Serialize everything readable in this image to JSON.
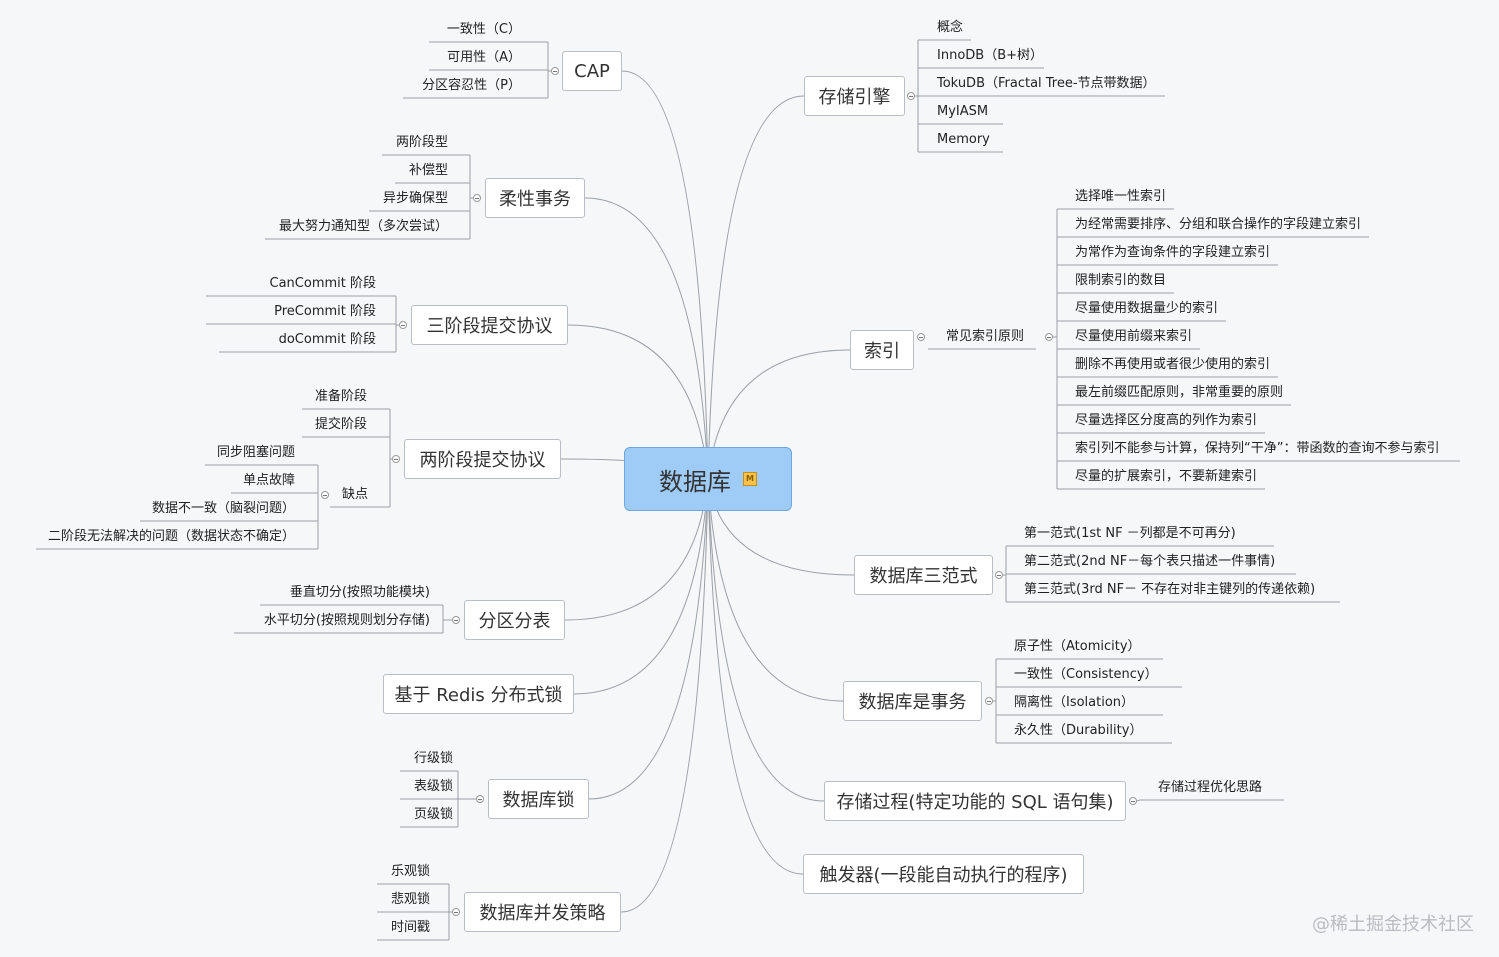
{
  "root": {
    "label": "数据库",
    "badge": "M"
  },
  "branches": {
    "cap": {
      "label": "CAP",
      "items": [
        "一致性（C）",
        "可用性（A）",
        "分区容忍性（P）"
      ]
    },
    "flex": {
      "label": "柔性事务",
      "items": [
        "两阶段型",
        "补偿型",
        "异步确保型",
        "最大努力通知型（多次尝试）"
      ]
    },
    "three_phase": {
      "label": "三阶段提交协议",
      "items": [
        "CanCommit 阶段",
        "PreCommit 阶段",
        "doCommit 阶段"
      ]
    },
    "two_phase": {
      "label": "两阶段提交协议",
      "items": [
        "准备阶段",
        "提交阶段"
      ],
      "sub_label": "缺点",
      "sub_items": [
        "同步阻塞问题",
        "单点故障",
        "数据不一致（脑裂问题）",
        "二阶段无法解决的问题（数据状态不确定）"
      ]
    },
    "partition": {
      "label": "分区分表",
      "items": [
        "垂直切分(按照功能模块)",
        "水平切分(按照规则划分存储)"
      ]
    },
    "redis": {
      "label": "基于 Redis 分布式锁"
    },
    "db_lock": {
      "label": "数据库锁",
      "items": [
        "行级锁",
        "表级锁",
        "页级锁"
      ]
    },
    "concurrency": {
      "label": "数据库并发策略",
      "items": [
        "乐观锁",
        "悲观锁",
        "时间戳"
      ]
    },
    "storage": {
      "label": "存储引擎",
      "items": [
        "概念",
        "InnoDB（B+树）",
        "TokuDB（Fractal Tree-节点带数据）",
        "MyIASM",
        "Memory"
      ]
    },
    "index": {
      "label": "索引",
      "sub_label": "常见索引原则",
      "items": [
        "选择唯一性索引",
        "为经常需要排序、分组和联合操作的字段建立索引",
        "为常作为查询条件的字段建立索引",
        "限制索引的数目",
        "尽量使用数据量少的索引",
        "尽量使用前缀来索引",
        "删除不再使用或者很少使用的索引",
        "最左前缀匹配原则，非常重要的原则",
        "尽量选择区分度高的列作为索引",
        "索引列不能参与计算，保持列“干净”：带函数的查询不参与索引",
        "尽量的扩展索引，不要新建索引"
      ]
    },
    "normal_forms": {
      "label": "数据库三范式",
      "items": [
        "第一范式(1st NF －列都是不可再分)",
        "第二范式(2nd NF－每个表只描述一件事情)",
        "第三范式(3rd NF－ 不存在对非主键列的传递依赖)"
      ]
    },
    "transaction": {
      "label": "数据库是事务",
      "items": [
        "原子性（Atomicity）",
        "一致性（Consistency）",
        "隔离性（Isolation）",
        "永久性（Durability）"
      ]
    },
    "procedure": {
      "label": "存储过程(特定功能的 SQL 语句集)",
      "items": [
        "存储过程优化思路"
      ]
    },
    "trigger": {
      "label": "触发器(一段能自动执行的程序)"
    }
  },
  "watermark": "@稀土掘金技术社区"
}
